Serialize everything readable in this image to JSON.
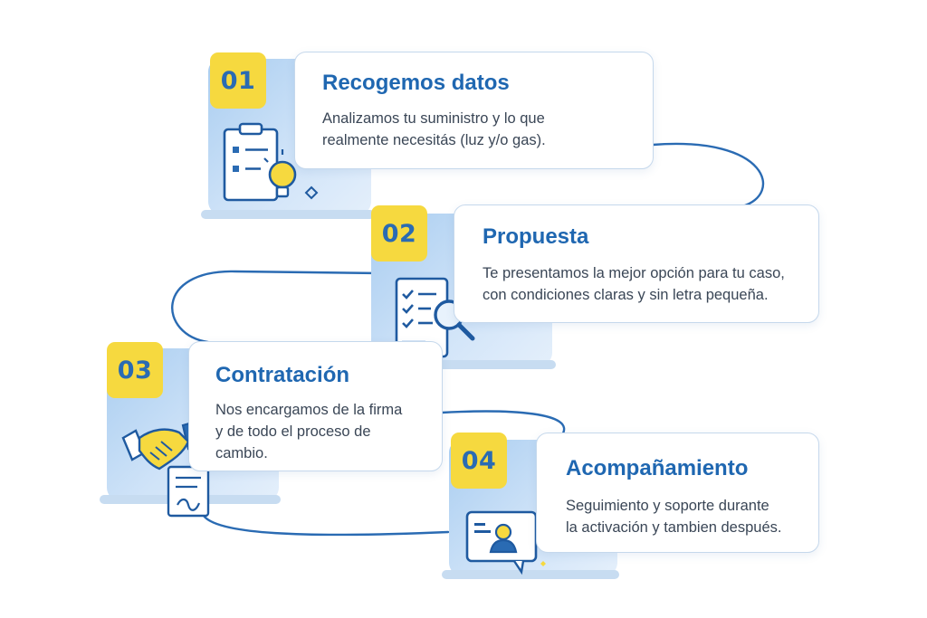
{
  "steps": [
    {
      "number": "01",
      "title": "Recogemos datos",
      "lines": [
        "Analizamos tu suministro y lo que",
        "realmente necesitás (luz y/o gas)."
      ],
      "icon": "clipboard-lightbulb-icon"
    },
    {
      "number": "02",
      "title": "Propuesta",
      "lines": [
        "Te presentamos la mejor opción para tu caso,",
        "con condiciones claras y sin letra pequeña."
      ],
      "icon": "checklist-magnifier-icon"
    },
    {
      "number": "03",
      "title": "Contratación",
      "lines": [
        "Nos encargamos de la firma",
        "y de todo el proceso de",
        "cambio."
      ],
      "icon": "handshake-contract-icon"
    },
    {
      "number": "04",
      "title": "Acompañamiento",
      "lines": [
        "Seguimiento y soporte durante",
        "la activación y tambien después."
      ],
      "icon": "support-chat-icon"
    }
  ],
  "colors": {
    "badge": "#f6d93f",
    "number": "#2a6bb3",
    "title": "#1f67b1",
    "connector": "#2a6bb3",
    "panel": "#cfe3f8"
  }
}
